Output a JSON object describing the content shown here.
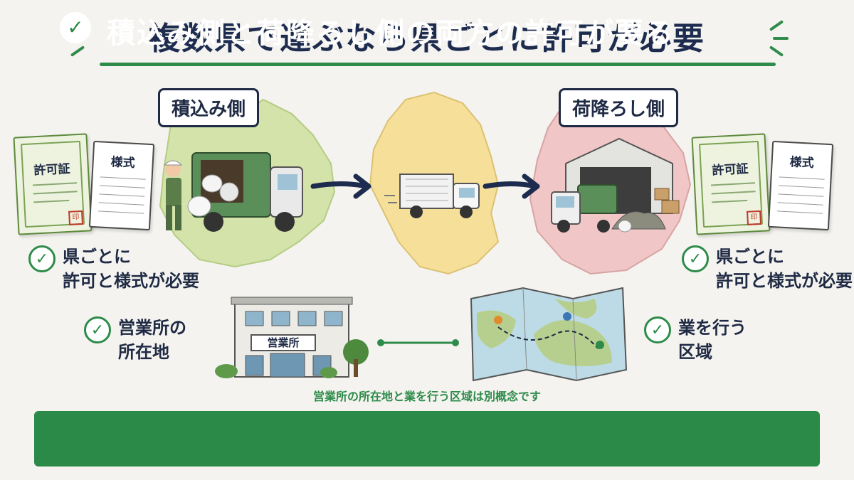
{
  "title": "複数県で運ぶなら県ごとに許可が必要",
  "regions": {
    "loading_label": "積込み側",
    "unloading_label": "荷降ろし側"
  },
  "documents": {
    "permit_title": "許可証",
    "form_title": "様式"
  },
  "checks": {
    "left_permit": "県ごとに\n許可と様式が必要",
    "right_permit": "県ごとに\n許可と様式が必要",
    "office": "営業所の\n所在地",
    "area": "業を行う\n区域"
  },
  "office_sign": "営業所",
  "note": "営業所の所在地と業を行う区域は別概念です",
  "banner": "積込み側と荷降ろし側の両方の許可が要る",
  "colors": {
    "accent_green": "#2b8a47",
    "title_navy": "#1c2b4e",
    "region_green": "#cfe0a6",
    "region_yellow": "#f6df8e",
    "region_pink": "#efc3c3"
  },
  "icons": [
    "check-icon",
    "truck-icon",
    "garbage-truck-icon",
    "warehouse-icon",
    "office-building-icon",
    "map-icon",
    "arrow-right-icon",
    "worker-icon"
  ]
}
